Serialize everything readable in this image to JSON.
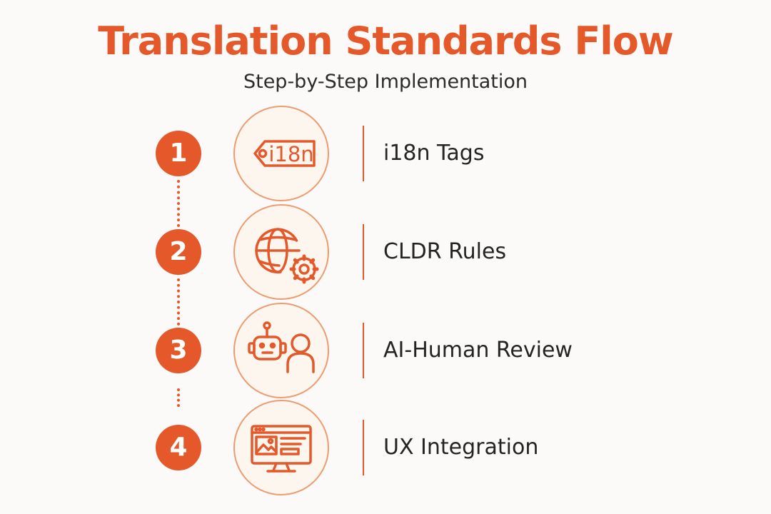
{
  "title": "Translation Standards Flow",
  "subtitle": "Step-by-Step Implementation",
  "accent_color": "#e4582a",
  "steps": [
    {
      "number": "1",
      "label": "i18n Tags",
      "icon": "i18n-tag-icon",
      "icon_text": "i18n"
    },
    {
      "number": "2",
      "label": "CLDR Rules",
      "icon": "globe-gear-icon"
    },
    {
      "number": "3",
      "label": "AI-Human Review",
      "icon": "robot-human-icon"
    },
    {
      "number": "4",
      "label": "UX Integration",
      "icon": "monitor-ui-icon"
    }
  ]
}
